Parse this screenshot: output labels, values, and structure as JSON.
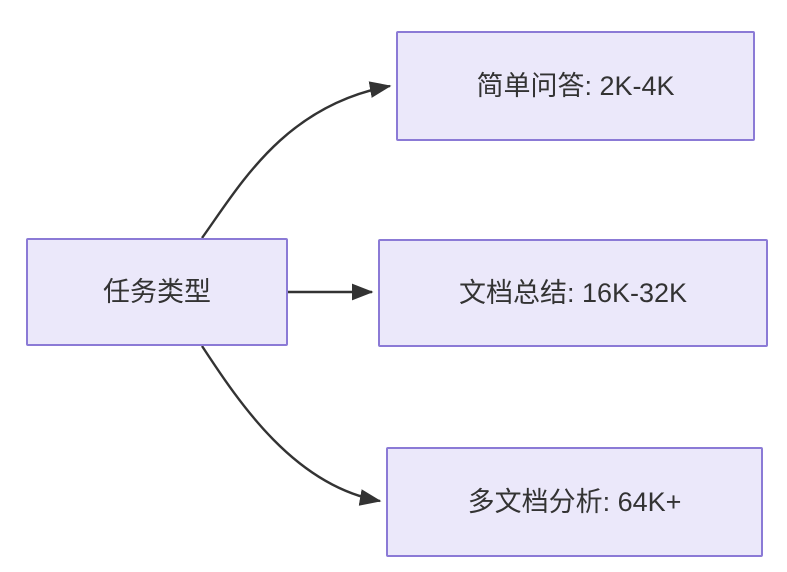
{
  "diagram": {
    "type": "flowchart",
    "direction": "left-to-right",
    "background_color": "#ffffff",
    "node_fill_color": "#ebe8fa",
    "node_border_color": "#8b7ad6",
    "node_text_color": "#333333",
    "edge_color": "#333333",
    "nodes": [
      {
        "id": "root",
        "label": "任务类型"
      },
      {
        "id": "simple-qa",
        "label": "简单问答: 2K-4K"
      },
      {
        "id": "doc-summary",
        "label": "文档总结: 16K-32K"
      },
      {
        "id": "multi-doc",
        "label": "多文档分析: 64K+"
      }
    ],
    "edges": [
      {
        "id": "edge-root-to-simple-qa",
        "from": "root",
        "to": "simple-qa",
        "style": "curved",
        "arrowhead": "filled-triangle",
        "label": ""
      },
      {
        "id": "edge-root-to-doc-summary",
        "from": "root",
        "to": "doc-summary",
        "style": "straight",
        "arrowhead": "filled-triangle",
        "label": ""
      },
      {
        "id": "edge-root-to-multi-doc",
        "from": "root",
        "to": "multi-doc",
        "style": "curved",
        "arrowhead": "filled-triangle",
        "label": ""
      }
    ]
  }
}
